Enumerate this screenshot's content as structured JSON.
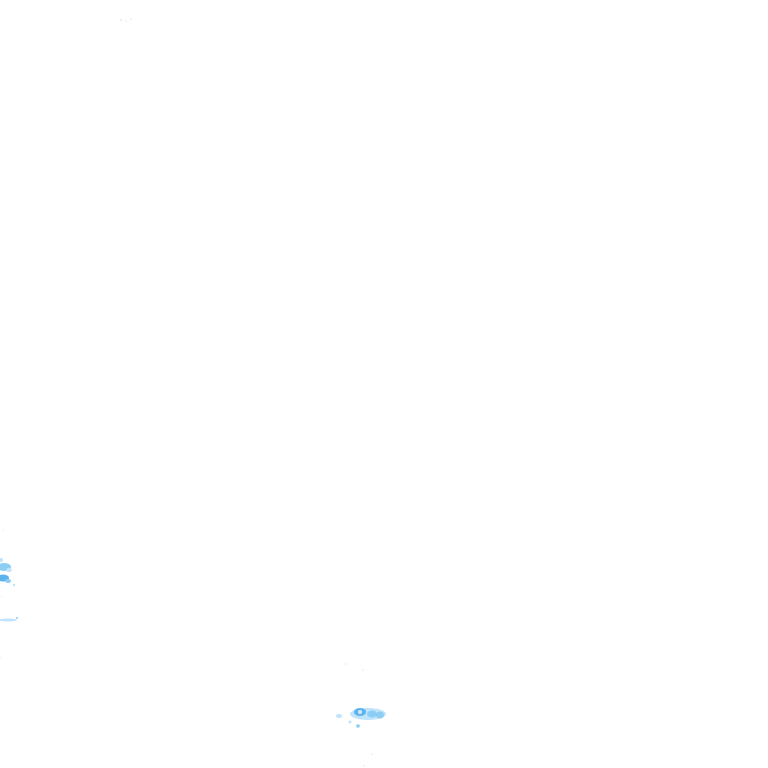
{
  "map": {
    "background_color": "#ffffff",
    "palette": {
      "light": "#bfe4fb",
      "medium": "#8ccdf5",
      "strong": "#5fb3ec",
      "faint": "#e3f3fd",
      "speck": "#d9d9d9"
    },
    "precipitation_cells": [
      {
        "name": "west-edge-cell-a",
        "intensity": "medium"
      },
      {
        "name": "west-edge-cell-b",
        "intensity": "strong"
      },
      {
        "name": "west-edge-trace",
        "intensity": "light"
      },
      {
        "name": "south-cell-core",
        "intensity": "strong"
      },
      {
        "name": "south-cell-fringe",
        "intensity": "light"
      }
    ]
  }
}
